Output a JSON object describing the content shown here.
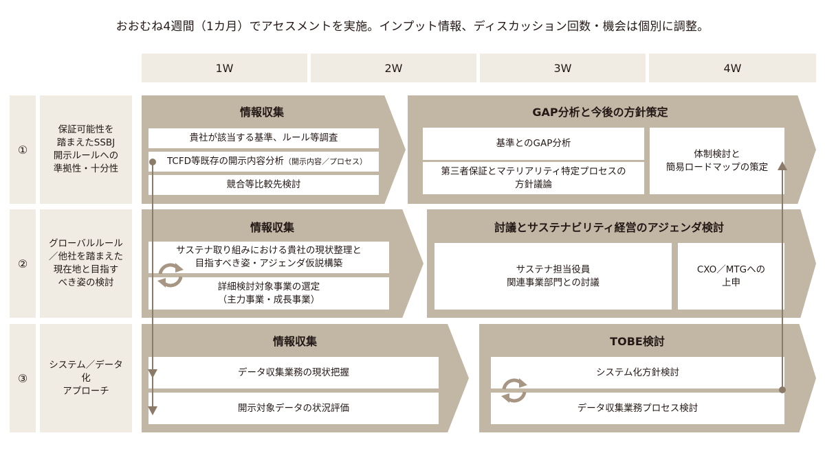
{
  "headline": "おおむね4週間（1カ月）でアセスメントを実施。インプット情報、ディスカッション回数・機会は個別に調整。",
  "weeks": [
    "1W",
    "2W",
    "3W",
    "4W"
  ],
  "rows": [
    {
      "num": "①",
      "label": [
        "保証可能性を",
        "踏まえたSSBJ",
        "開示ルールへの",
        "準拠性・十分性"
      ],
      "phase1": {
        "title": "情報収集",
        "items": [
          {
            "text": "貴社が該当する基準、ルール等調査"
          },
          {
            "text": "TCFD等既存の開示内容分析",
            "note": "（開示内容／プロセス）"
          },
          {
            "text": "競合等比較先検討"
          }
        ]
      },
      "phase2": {
        "title": "GAP分析と今後の方針策定",
        "items": [
          {
            "text": "基準とのGAP分析"
          },
          {
            "lines": [
              "第三者保証とマテリアリティ特定プロセスの",
              "方針議論"
            ]
          },
          {
            "lines": [
              "体制検討と",
              "簡易ロードマップの策定"
            ]
          }
        ]
      }
    },
    {
      "num": "②",
      "label": [
        "グローバルルール",
        "／他社を踏まえた",
        "現在地と目指す",
        "べき姿の検討"
      ],
      "phase1": {
        "title": "情報収集",
        "items": [
          {
            "lines": [
              "サステナ取り組みにおける貴社の現状整理と",
              "目指すべき姿・アジェンダ仮説構築"
            ]
          },
          {
            "lines": [
              "詳細検討対象事業の選定",
              "（主力事業・成長事業）"
            ]
          }
        ]
      },
      "phase2": {
        "title": "討議とサステナビリティ経営のアジェンダ検討",
        "items": [
          {
            "lines": [
              "サステナ担当役員",
              "関連事業部門との討議"
            ]
          },
          {
            "lines": [
              "CXO／MTGへの",
              "上申"
            ]
          }
        ]
      }
    },
    {
      "num": "③",
      "label": [
        "システム／データ化",
        "アプローチ"
      ],
      "phase1": {
        "title": "情報収集",
        "items": [
          {
            "text": "データ収集業務の現状把握"
          },
          {
            "text": "開示対象データの状況評価"
          }
        ]
      },
      "phase2": {
        "title": "TOBE検討",
        "items": [
          {
            "text": "システム化方針検討"
          },
          {
            "text": "データ収集業務プロセス検討"
          }
        ]
      }
    }
  ],
  "icons": {
    "cycle": "cycle-arrows-icon",
    "dot": "flow-dot-icon",
    "arrow_down": "arrow-down-icon",
    "arrow_up": "arrow-up-icon"
  },
  "colors": {
    "arrow_fill": "#c2b6a5",
    "label_fill": "#f0ebe3",
    "connector": "#8c7a68"
  }
}
